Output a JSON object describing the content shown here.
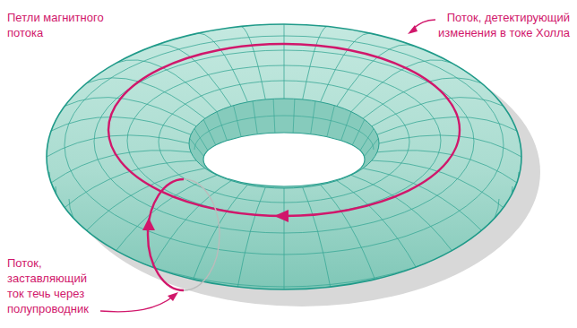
{
  "diagram": {
    "labels": [
      "Петли магнитного потока",
      "Поток, детектирующий изменения в токе Холла",
      "Поток, заставляющий ток течь через полупроводник"
    ]
  }
}
